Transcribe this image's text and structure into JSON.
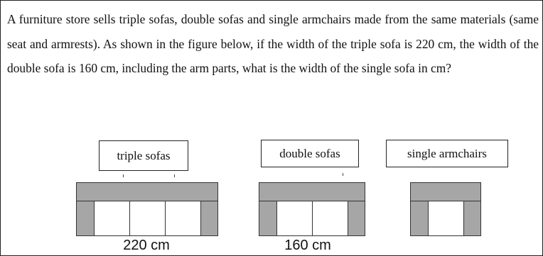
{
  "question": {
    "text": "A furniture store sells triple sofas, double sofas and single armchairs made from the same materials (same seat and armrests). As shown in the figure below, if the width of the triple sofa is 220 cm, the width of the double sofa is 160 cm, including the arm parts, what is the width of the single sofa in cm?"
  },
  "figure": {
    "labels": {
      "triple": "triple sofas",
      "double": "double sofas",
      "single": "single armchairs"
    },
    "dimensions": {
      "triple": "220 cm",
      "double": "160 cm"
    },
    "colors": {
      "frame": "#a6a6a6",
      "seat": "#ffffff",
      "outline": "#333333"
    }
  }
}
